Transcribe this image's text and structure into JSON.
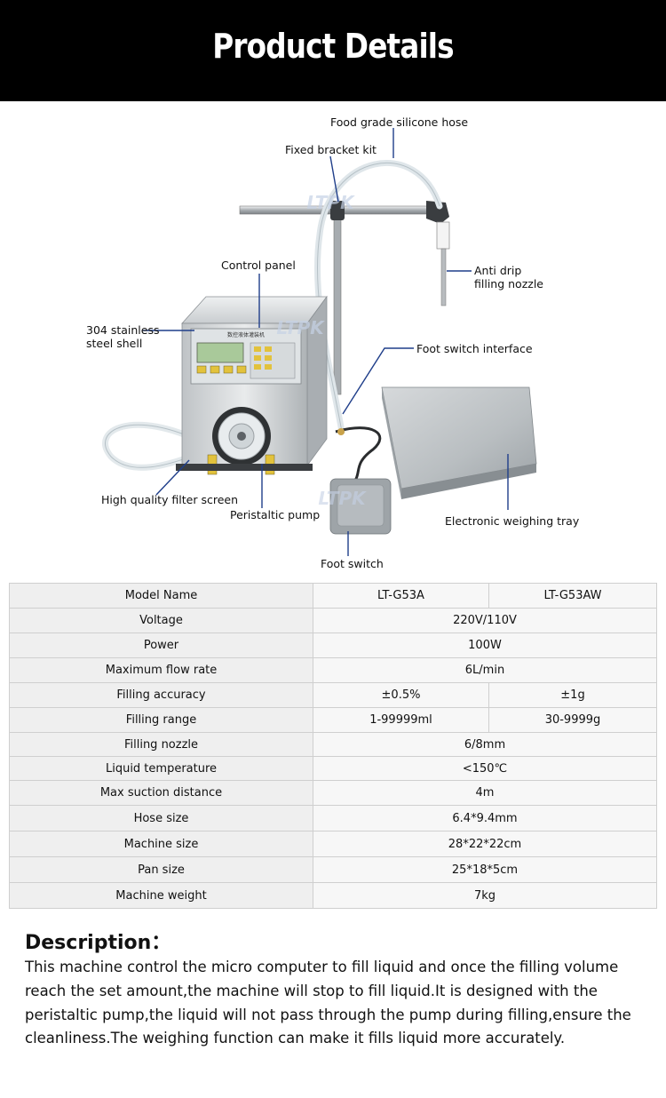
{
  "header": {
    "title": "Product Details"
  },
  "figure": {
    "watermark": "LTPK",
    "panel_text": "数控液体灌装机",
    "callouts": {
      "silicone_hose": "Food grade silicone hose",
      "bracket_kit": "Fixed bracket kit",
      "control_panel": "Control panel",
      "anti_drip": "Anti drip\nfilling nozzle",
      "steel_shell": "304 stainless\nsteel shell",
      "foot_switch_interface": "Foot switch interface",
      "filter_screen": "High quality filter screen",
      "peristaltic_pump": "Peristaltic pump",
      "weighing_tray": "Electronic weighing tray",
      "foot_switch": "Foot switch"
    }
  },
  "specs": {
    "rows": [
      {
        "label": "Model Name",
        "values": [
          "LT-G53A",
          "LT-G53AW"
        ]
      },
      {
        "label": "Voltage",
        "values": [
          "220V/110V"
        ]
      },
      {
        "label": "Power",
        "values": [
          "100W"
        ]
      },
      {
        "label": "Maximum flow rate",
        "values": [
          "6L/min"
        ]
      },
      {
        "label": "Filling accuracy",
        "values": [
          "±0.5%",
          "±1g"
        ]
      },
      {
        "label": "Filling range",
        "values": [
          "1-99999ml",
          "30-9999g"
        ]
      },
      {
        "label": "Filling nozzle",
        "values": [
          "6/8mm"
        ]
      },
      {
        "label": "Liquid temperature",
        "values": [
          "<150℃"
        ]
      },
      {
        "label": "Max suction distance",
        "values": [
          "4m"
        ]
      },
      {
        "label": "Hose size",
        "values": [
          "6.4*9.4mm"
        ]
      },
      {
        "label": "Machine size",
        "values": [
          "28*22*22cm"
        ]
      },
      {
        "label": "Pan size",
        "values": [
          "25*18*5cm"
        ]
      },
      {
        "label": "Machine weight",
        "values": [
          "7kg"
        ]
      }
    ]
  },
  "description": {
    "title": "Description：",
    "text": "This machine control the micro computer to fill liquid and once the filling volume reach the set amount,the machine will stop to fill liquid.It is designed with the peristaltic pump,the liquid will not pass through the pump during filling,ensure the cleanliness.The weighing function can make it fills liquid more accurately."
  }
}
